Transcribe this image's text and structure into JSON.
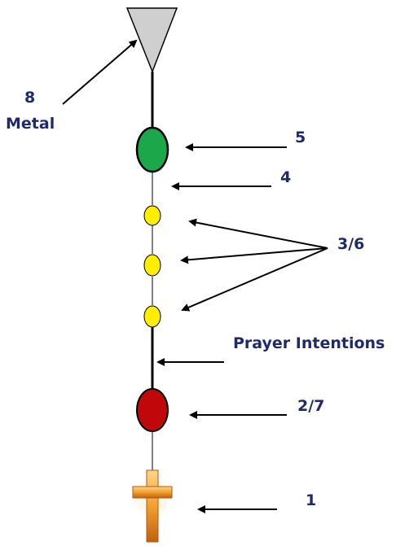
{
  "labels": {
    "metal_number": "8",
    "metal_word": "Metal",
    "green": "5",
    "thread": "4",
    "yellow": "3/6",
    "intentions": "Prayer Intentions",
    "red": "2/7",
    "cross": "1"
  },
  "colors": {
    "label_text": "#1e2a6b",
    "metal": "#cfcfcf",
    "green_bead": "#1aa84a",
    "yellow_bead": "#ffee00",
    "red_bead": "#c0080a",
    "cross": "#f0a030",
    "string": "#000000"
  },
  "icons": [
    "metal-triangle-icon",
    "cross-icon"
  ]
}
